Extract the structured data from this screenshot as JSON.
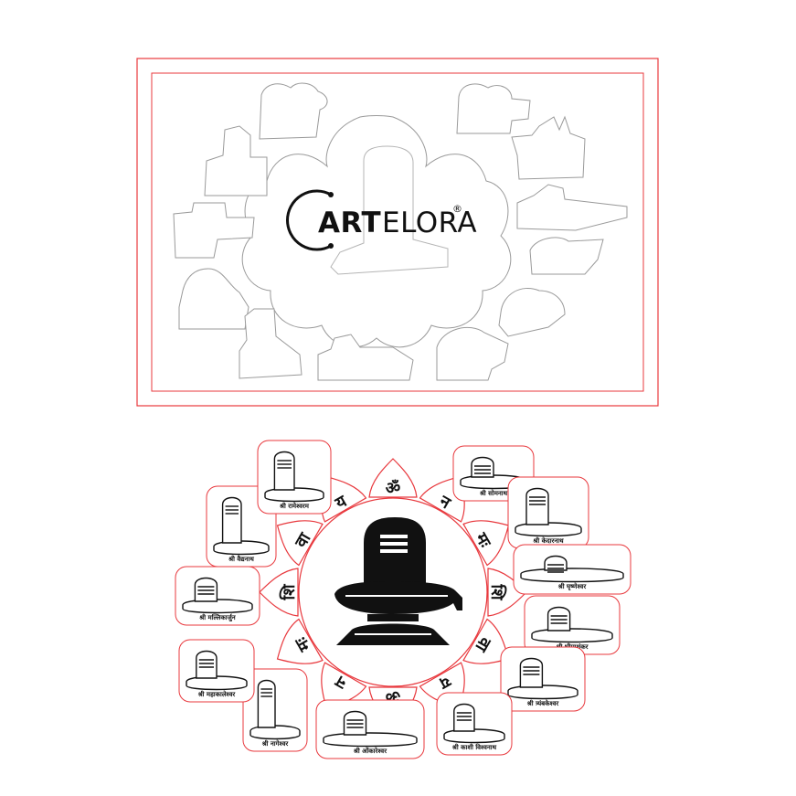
{
  "brand": {
    "text_art": "ART",
    "text_elora": "ELORA",
    "registered": "®"
  },
  "mantra": [
    "ॐ",
    "न",
    "मः",
    "शि",
    "वा",
    "य",
    "ॐ",
    "न",
    "मः",
    "शि",
    "वा",
    "य"
  ],
  "jyotirlinga_labels": [
    "श्री सोमनाथ",
    "श्री केदारनाथ",
    "श्री घृष्णेश्वर",
    "श्री भीमाशंकर",
    "श्री त्र्यंबकेश्वर",
    "श्री काशी विश्वनाथ",
    "श्री ओंकारेश्वर",
    "श्री नागेश्वर",
    "श्री महाकालेश्वर",
    "श्री मल्लिकार्जुन",
    "श्री वैद्यनाथ",
    "श्री रामेश्वरम"
  ],
  "colors": {
    "cut_line": "#e8383d",
    "ink": "#111111",
    "outline_gray": "#9a9a9a"
  }
}
